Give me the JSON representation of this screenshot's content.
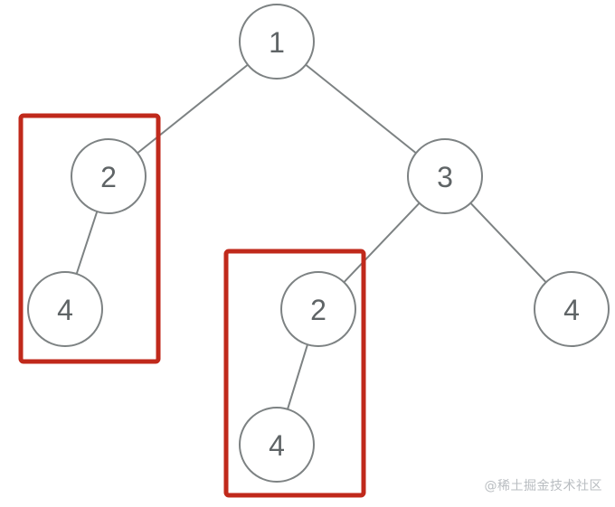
{
  "tree": {
    "nodes": [
      {
        "id": "n1",
        "label": "1"
      },
      {
        "id": "n2",
        "label": "2"
      },
      {
        "id": "n3",
        "label": "3"
      },
      {
        "id": "n4a",
        "label": "4"
      },
      {
        "id": "n2b",
        "label": "2"
      },
      {
        "id": "n4b",
        "label": "4"
      },
      {
        "id": "n4c",
        "label": "4"
      }
    ],
    "edges": [
      [
        "n1",
        "n2"
      ],
      [
        "n1",
        "n3"
      ],
      [
        "n2",
        "n4a"
      ],
      [
        "n3",
        "n2b"
      ],
      [
        "n3",
        "n4b"
      ],
      [
        "n2b",
        "n4c"
      ]
    ],
    "highlight_color": "#c0291b",
    "node_stroke_color": "#7d8283"
  },
  "watermark": "@稀土掘金技术社区"
}
